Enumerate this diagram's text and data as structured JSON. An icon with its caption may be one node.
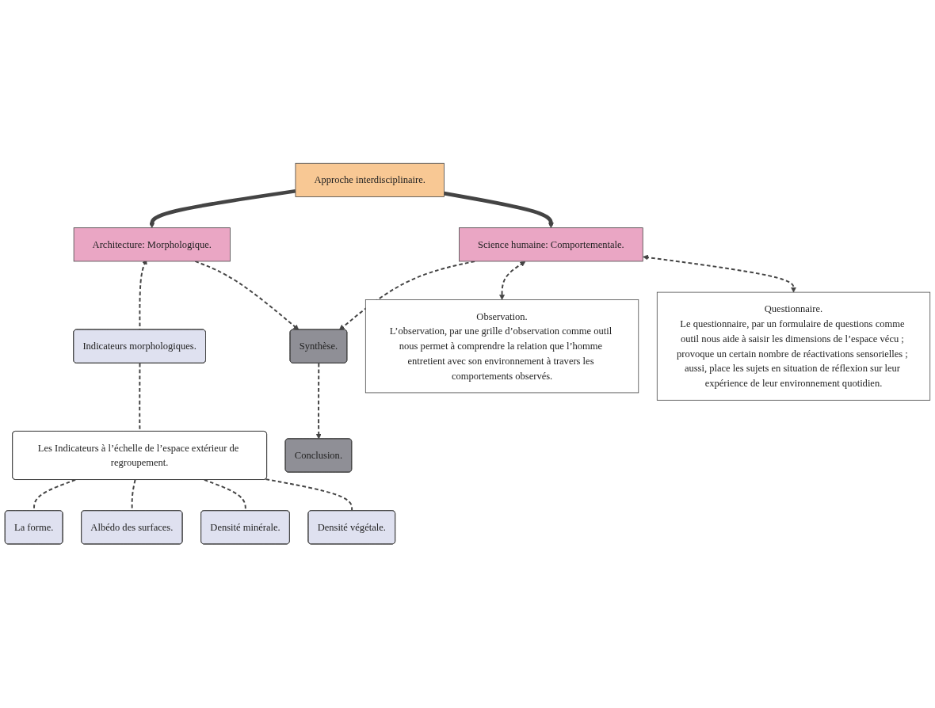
{
  "diagram": {
    "nodes": [
      {
        "text": [
          "Approche interdisciplinaire."
        ]
      },
      {
        "text": [
          "Architecture: Morphologique."
        ]
      },
      {
        "text": [
          "Science humaine: Comportementale."
        ]
      },
      {
        "text": [
          "Indicateurs morphologiques."
        ]
      },
      {
        "text": [
          "Les Indicateurs à l’échelle de l’espace extérieur de regroupement."
        ]
      },
      {
        "text": [
          "La forme."
        ]
      },
      {
        "text": [
          "Albédo des surfaces."
        ]
      },
      {
        "text": [
          "Densité minérale."
        ]
      },
      {
        "text": [
          "Densité végétale."
        ]
      },
      {
        "text": [
          "Observation.",
          "L’observation, par une grille d’observation comme outil nous permet à comprendre la relation que l’homme entretient avec son environnement à travers les comportements observés."
        ]
      },
      {
        "text": [
          "Questionnaire.",
          "Le questionnaire, par un formulaire de questions comme outil nous aide à saisir les dimensions de l’espace vécu ; provoque un certain nombre de réactivations sensorielles ; aussi, place les sujets en situation de réflexion sur leur expérience de leur environnement quotidien."
        ]
      },
      {
        "text": [
          "Synthèse."
        ]
      },
      {
        "text": [
          "Conclusion."
        ]
      }
    ],
    "edges": [
      {
        "from": 0,
        "to": 1,
        "arrow": "to",
        "style": "thick"
      },
      {
        "from": 0,
        "to": 2,
        "arrow": "to",
        "style": "thick"
      },
      {
        "from": 3,
        "to": 1,
        "arrow": "to",
        "style": "dashed"
      },
      {
        "from": 4,
        "to": 3,
        "arrow": "none",
        "style": "dashed"
      },
      {
        "from": 4,
        "to": 5,
        "arrow": "none",
        "style": "dashed"
      },
      {
        "from": 4,
        "to": 6,
        "arrow": "none",
        "style": "dashed"
      },
      {
        "from": 4,
        "to": 7,
        "arrow": "none",
        "style": "dashed"
      },
      {
        "from": 4,
        "to": 8,
        "arrow": "none",
        "style": "dashed"
      },
      {
        "from": 1,
        "to": 11,
        "arrow": "to",
        "style": "dashed"
      },
      {
        "from": 2,
        "to": 11,
        "arrow": "to",
        "style": "dashed"
      },
      {
        "from": 2,
        "to": 9,
        "arrow": "both",
        "style": "dashed"
      },
      {
        "from": 2,
        "to": 10,
        "arrow": "both",
        "style": "dashed"
      },
      {
        "from": 11,
        "to": 12,
        "arrow": "to",
        "style": "dashed"
      }
    ]
  }
}
